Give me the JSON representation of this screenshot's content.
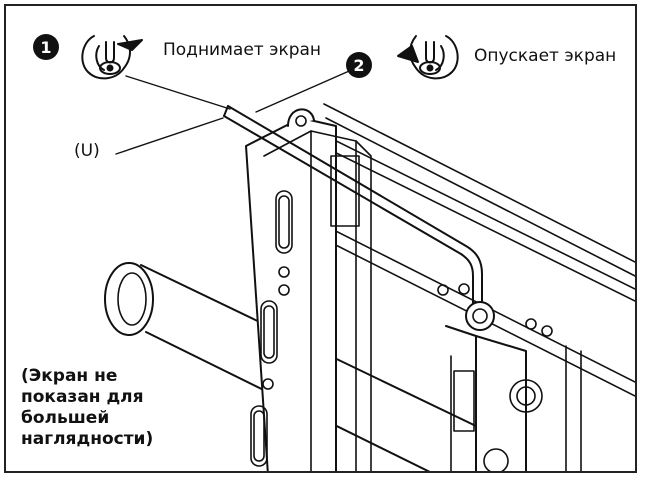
{
  "step1": {
    "number": "1",
    "label": "Поднимает экран"
  },
  "step2": {
    "number": "2",
    "label": "Опускает экран"
  },
  "callout": {
    "label": "(U)"
  },
  "note": {
    "text": "(Экран не\nпоказан для\nбольшей\nнаглядности)"
  },
  "colors": {
    "ink": "#111111",
    "background": "#ffffff"
  }
}
